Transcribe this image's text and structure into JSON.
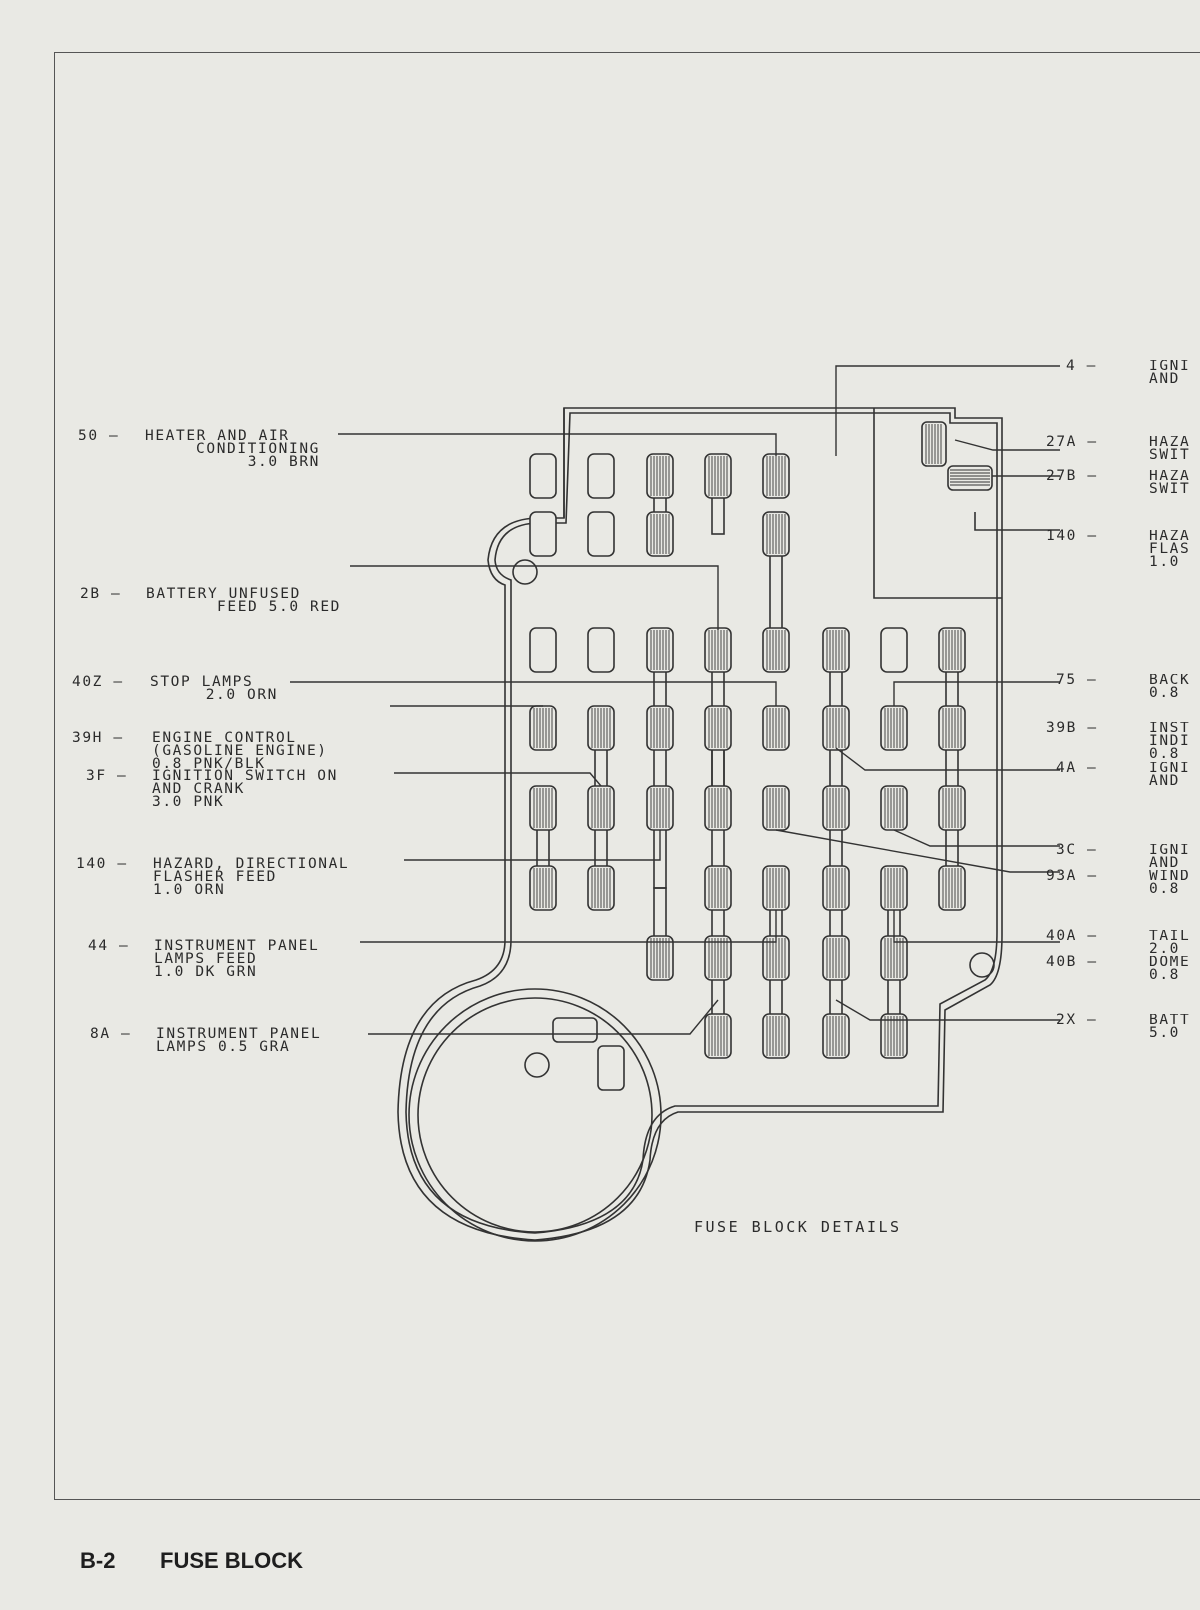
{
  "diagram": {
    "caption": "FUSE BLOCK DETAILS",
    "left_labels": [
      {
        "code": "50",
        "lines": [
          "HEATER AND AIR",
          "CONDITIONING",
          "3.0 BRN"
        ]
      },
      {
        "code": "2B",
        "lines": [
          "BATTERY UNFUSED",
          "FEED 5.0 RED"
        ]
      },
      {
        "code": "40Z",
        "lines": [
          "STOP LAMPS",
          "2.0 ORN"
        ]
      },
      {
        "code": "39H",
        "lines": [
          "ENGINE CONTROL",
          "(GASOLINE ENGINE)",
          "0.8 PNK/BLK"
        ]
      },
      {
        "code": "3F",
        "lines": [
          "IGNITION SWITCH ON",
          "AND CRANK",
          "3.0 PNK"
        ]
      },
      {
        "code": "140",
        "lines": [
          "HAZARD, DIRECTIONAL",
          "FLASHER FEED",
          "1.0 ORN"
        ]
      },
      {
        "code": "44",
        "lines": [
          "INSTRUMENT PANEL",
          "LAMPS FEED",
          "1.0 DK GRN"
        ]
      },
      {
        "code": "8A",
        "lines": [
          "INSTRUMENT PANEL",
          "LAMPS 0.5 GRA"
        ]
      }
    ],
    "right_labels": [
      {
        "code": "4",
        "lines": [
          "IGNI",
          "AND"
        ]
      },
      {
        "code": "27A",
        "lines": [
          "HAZA",
          "SWIT"
        ]
      },
      {
        "code": "27B",
        "lines": [
          "HAZA",
          "SWIT"
        ]
      },
      {
        "code": "140",
        "lines": [
          "HAZA",
          "FLAS",
          "1.0"
        ]
      },
      {
        "code": "75",
        "lines": [
          "BACK",
          "0.8"
        ]
      },
      {
        "code": "39B",
        "lines": [
          "INST",
          "INDI",
          "0.8"
        ]
      },
      {
        "code": "4A",
        "lines": [
          "IGNI",
          "AND"
        ]
      },
      {
        "code": "3C",
        "lines": [
          "IGNI",
          "AND"
        ]
      },
      {
        "code": "93A",
        "lines": [
          "WIND",
          "0.8"
        ]
      },
      {
        "code": "40A",
        "lines": [
          "TAIL",
          "2.0"
        ]
      },
      {
        "code": "40B",
        "lines": [
          "DOME",
          "0.8"
        ]
      },
      {
        "code": "2X",
        "lines": [
          "BATT",
          "5.0"
        ]
      }
    ]
  },
  "footer": {
    "page": "B-2",
    "title": "FUSE BLOCK"
  },
  "colors": {
    "paper": "#e9e9e4",
    "ink": "#2b2b2b"
  }
}
